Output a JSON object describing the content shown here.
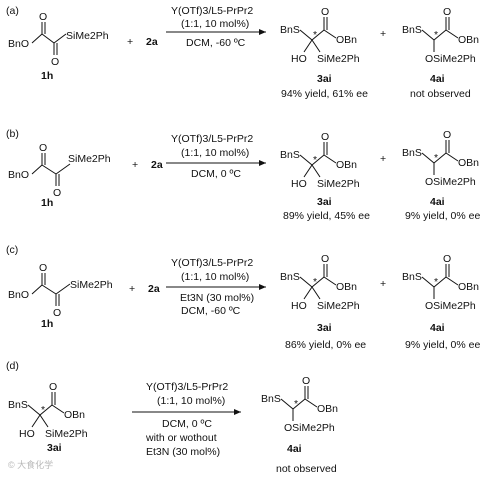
{
  "panels": [
    {
      "label": "(a)",
      "reactant_label": "1h",
      "reagent": "2a",
      "conditions_line1": "Y(OTf)3/L5-PrPr2",
      "conditions_line2": "(1:1, 10 mol%)",
      "conditions_extra": "",
      "conditions_solvent": "DCM, -60 ºC",
      "product1_label": "3ai",
      "product1_result": "94% yield, 61% ee",
      "product2_label": "4ai",
      "product2_result": "not observed"
    },
    {
      "label": "(b)",
      "reactant_label": "1h",
      "reagent": "2a",
      "conditions_line1": "Y(OTf)3/L5-PrPr2",
      "conditions_line2": "(1:1, 10 mol%)",
      "conditions_extra": "",
      "conditions_solvent": "DCM, 0 ºC",
      "product1_label": "3ai",
      "product1_result": "89% yield, 45% ee",
      "product2_label": "4ai",
      "product2_result": "9% yield, 0% ee"
    },
    {
      "label": "(c)",
      "reactant_label": "1h",
      "reagent": "2a",
      "conditions_line1": "Y(OTf)3/L5-PrPr2",
      "conditions_line2": "(1:1, 10 mol%)",
      "conditions_extra": "Et3N (30 mol%)",
      "conditions_solvent": "DCM, -60 ºC",
      "product1_label": "3ai",
      "product1_result": "86% yield, 0% ee",
      "product2_label": "4ai",
      "product2_result": "9% yield, 0% ee"
    },
    {
      "label": "(d)",
      "reactant_label": "3ai",
      "conditions_line1": "Y(OTf)3/L5-PrPr2",
      "conditions_line2": "(1:1, 10 mol%)",
      "conditions_solvent": "DCM, 0 ºC",
      "conditions_note1": "with or wothout",
      "conditions_note2": "Et3N (30 mol%)",
      "product_label": "4ai",
      "product_result": "not observed"
    }
  ],
  "atoms": {
    "BnO": "BnO",
    "SiMe2Ph": "SiMe2Ph",
    "BnS": "BnS",
    "OBn": "OBn",
    "O": "O",
    "HO": "HO",
    "OSiMe2Ph": "OSiMe2Ph",
    "plus": "+",
    "stereo": "*"
  },
  "watermark": "© 大食化学"
}
